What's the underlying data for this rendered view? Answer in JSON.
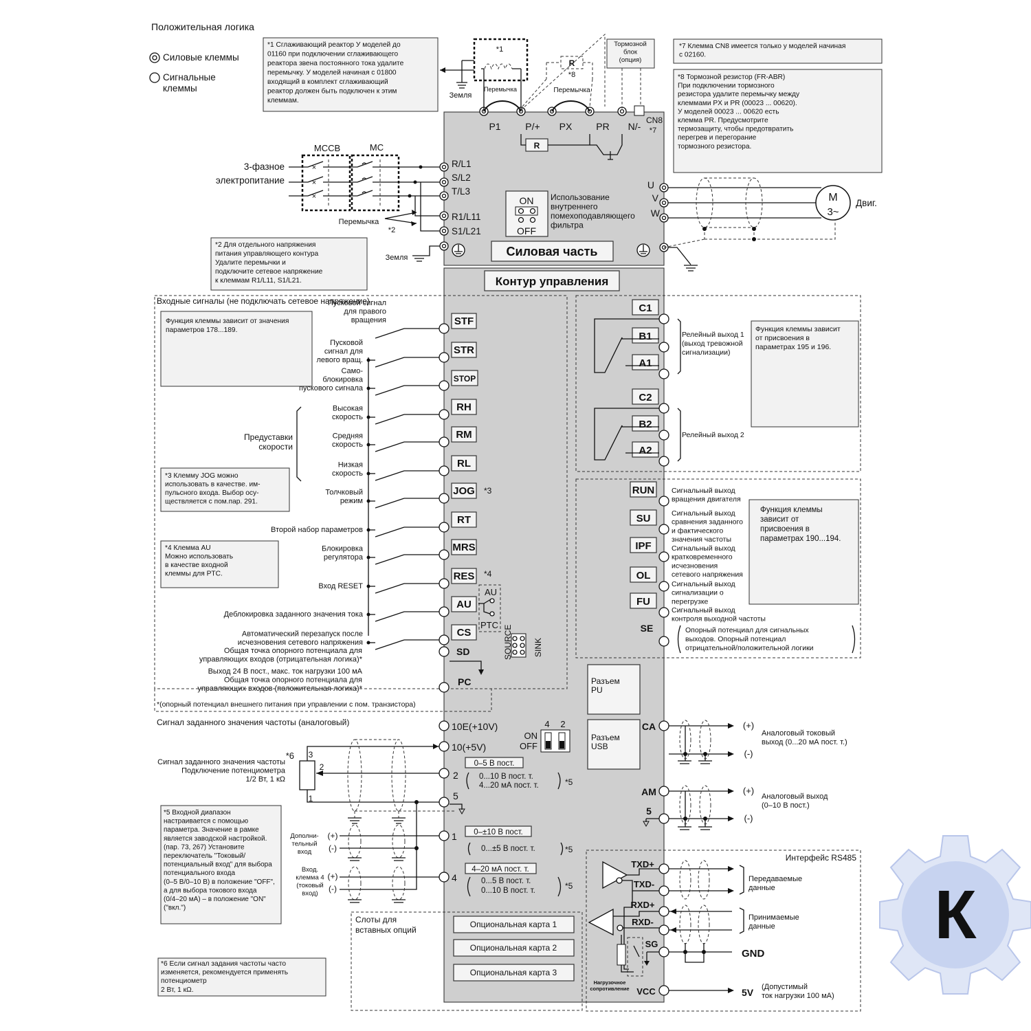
{
  "header": {
    "logic": "Положительная логика",
    "legend_power": "Силовые клеммы",
    "legend_signal_1": "Сигнальные",
    "legend_signal_2": "клеммы"
  },
  "notes": {
    "n1": [
      "*1 Сглаживающий реактор У моделей до",
      "01160 при подключении сглаживающего",
      "реактора звена постоянного тока удалите",
      "перемычку. У моделей начиная с 01800",
      "входящий в комплект сглаживающий",
      "реактор должен быть подключен к этим",
      "клеммам."
    ],
    "n7": [
      "*7  Клемма CN8 имеется только у моделей начиная",
      "с 02160."
    ],
    "n8": [
      "*8  Тормозной резистор (FR-ABR)",
      "При подключении тормозного",
      "резистора удалите перемычку между",
      "клеммами PX и PR (00023 ... 00620).",
      "У моделей 00023 ... 00620 есть",
      "клемма PR. Предусмотрите",
      "термозащиту, чтобы предотвратить",
      "перегрев и перегорание",
      "тормозного резистора."
    ],
    "n2": [
      "*2  Для отдельного напряжения",
      "питания управляющего контура",
      "Удалите перемычки и",
      "подключите сетевое напряжение",
      "к клеммам R1/L11, S1/L21."
    ],
    "n_func178": [
      "Функция клеммы зависит от значения",
      "параметров 178...189."
    ],
    "n3": [
      "*3  Клемму JOG  можно",
      "использовать в качестве. им-",
      "пульсного входа. Выбор осу-",
      "ществляется с пом.пар. 291."
    ],
    "n4": [
      "*4  Клемма AU",
      "Можно использовать",
      "в качестве входной",
      "клеммы для PTC."
    ],
    "n5": [
      "*5  Входной диапазон",
      "настраивается с помощью",
      "параметра. Значение в рамке",
      "является заводской настройкой.",
      "(пар. 73, 267) Установите",
      "переключатель \"Токовый/",
      "потенциальный вход\" для выбора",
      "потенциального входа",
      "(0–5 В/0–10 В) в положение \"OFF\",",
      "а для выбора токового входа",
      "(0/4–20 мА) – в положение \"ON\"",
      "(\"вкл.\")"
    ],
    "n6": [
      "*6  Если сигнал задания частоты часто",
      "изменяется, рекомендуется применять",
      "потенциометр",
      "2 Вт, 1 кΩ."
    ],
    "n_func195": [
      "Функция клеммы зависит",
      "от присвоения в",
      "параметрах 195 и 196."
    ],
    "n_func190": [
      "Функция клеммы",
      "зависит от",
      "присвоения в",
      "параметрах 190...194."
    ]
  },
  "power": {
    "brake_unit": [
      "Тормозной",
      "блок",
      "(опция)"
    ],
    "ground": "Земля",
    "jumper": "Перемычка",
    "mark1": "*1",
    "mark8": "*8",
    "mark2": "*2",
    "mark7": "*7",
    "r": "R",
    "terminals_top": [
      "P1",
      "P/+",
      "PX",
      "PR",
      "N/-"
    ],
    "cn8": "CN8",
    "mccb": "MCCB",
    "mc": "MC",
    "supply_1": "3-фазное",
    "supply_2": "электропитание",
    "inputs": [
      "R/L1",
      "S/L2",
      "T/L3",
      "R1/L11",
      "S1/L21"
    ],
    "filter_on": "ON",
    "filter_off": "OFF",
    "filter_text": [
      "Использование",
      "внутреннего",
      "помехоподавляющего",
      "фильтра"
    ],
    "outputs": [
      "U",
      "V",
      "W"
    ],
    "motor_m": "M",
    "motor_3": "3~",
    "motor_label": "Двиг.",
    "power_title": "Силовая часть"
  },
  "control": {
    "title": "Контур управления",
    "inputs_title": "Входные сигналы (не подключать сетевое напряжение)",
    "inputs": [
      {
        "term": "STF",
        "desc": [
          "Пусковой сигнал",
          "для правого",
          "вращения"
        ]
      },
      {
        "term": "STR",
        "desc": [
          "Пусковой",
          "сигнал для",
          "левого вращ."
        ]
      },
      {
        "term": "STOP",
        "desc": [
          "Само-",
          "блокировка",
          "пускового сигнала"
        ]
      },
      {
        "term": "RH",
        "desc": [
          "Высокая",
          "скорость"
        ]
      },
      {
        "term": "RM",
        "desc": [
          "Средняя",
          "скорость"
        ]
      },
      {
        "term": "RL",
        "desc": [
          "Низкая",
          "скорость"
        ]
      },
      {
        "term": "JOG",
        "desc": [
          "Толчковый",
          "режим"
        ]
      },
      {
        "term": "RT",
        "desc": [
          "Второй набор параметров"
        ]
      },
      {
        "term": "MRS",
        "desc": [
          "Блокировка",
          "регулятора"
        ]
      },
      {
        "term": "RES",
        "desc": [
          "Вход RESET"
        ]
      },
      {
        "term": "AU",
        "desc": [
          "Деблокировка заданного значения тока"
        ]
      },
      {
        "term": "CS",
        "desc": [
          "Автоматический перезапуск после",
          "исчезновения сетевого напряжения"
        ]
      }
    ],
    "sd": "SD",
    "sd_desc": [
      "Общая точка опорного потенциала для",
      "управляющих входов (отрицательная логика)*"
    ],
    "pc": "PC",
    "pc_desc": [
      "Выход 24 В пост., макс. ток нагрузки 100 мА",
      "Общая точка опорного потенциала для",
      "управляющих входов (положительная логика)*"
    ],
    "footnote": "*(опорный потенциал внешнего питания при управлении с пом. транзистора)",
    "preset_1": "Предуставки",
    "preset_2": "скорости",
    "jog_mark": "*3",
    "res_mark": "*4",
    "au_sw": "AU",
    "ptc_sw": "PTC",
    "source": "SOURCE",
    "sink": "SINK",
    "relay": [
      {
        "terms": [
          "C1",
          "B1",
          "A1"
        ],
        "desc": [
          "Релейный выход 1",
          "(выход тревожной",
          "сигнализации)"
        ]
      },
      {
        "terms": [
          "C2",
          "B2",
          "A2"
        ],
        "desc": [
          "Релейный выход 2"
        ]
      }
    ],
    "outputs": [
      {
        "term": "RUN",
        "desc": [
          "Сигнальный выход",
          "вращения двигателя"
        ]
      },
      {
        "term": "SU",
        "desc": [
          "Сигнальный выход",
          "сравнения заданного",
          "и фактического",
          "значения частоты"
        ]
      },
      {
        "term": "IPF",
        "desc": [
          "Сигнальный выход",
          "кратковременного",
          "исчезновения",
          "сетевого напряжения"
        ]
      },
      {
        "term": "OL",
        "desc": [
          "Сигнальный выход",
          "сигнализации о",
          "перегрузке"
        ]
      },
      {
        "term": "FU",
        "desc": [
          "Сигнальный выход",
          "контроля выходной частоты"
        ]
      }
    ],
    "se": "SE",
    "se_desc": [
      "Опорный потенциал для сигнальных",
      "выходов. Опорный потенциал",
      "отрицательной/положительной логики"
    ],
    "pu": [
      "Разъем",
      "PU"
    ],
    "usb": [
      "Разъем",
      "USB"
    ]
  },
  "analog": {
    "title": "Сигнал заданного значения частоты (аналоговый)",
    "t10e": "10E(+10V)",
    "t10": "10(+5V)",
    "t2": "2",
    "t5": "5",
    "t1": "1",
    "t4": "4",
    "sw_on": "ON",
    "sw_off": "OFF",
    "sw_4": "4",
    "sw_2": "2",
    "pot_mark": "*6",
    "pot_desc": [
      "Сигнал заданного значения частоты",
      "Подключение потенциометра",
      "1/2 Вт, 1 кΩ"
    ],
    "pot_pins": [
      "3",
      "2",
      "1"
    ],
    "range2_box": "0–5 В пост.",
    "range2": [
      "0...10 В пост. т.",
      "4...20 мА пост. т."
    ],
    "range1_box": "0–±10 В пост.",
    "range1": "0...±5 В пост. т.",
    "range4_box": "4–20 мА пост. т.",
    "range4": [
      "0...5 В пост. т.",
      "0...10 В пост. т."
    ],
    "mark5": "*5",
    "aux_in": [
      "Дополни-",
      "тельный",
      "вход"
    ],
    "in4": [
      "Вход.",
      "клемма 4",
      "(токовый",
      "вход)"
    ],
    "plus": "(+)",
    "minus": "(-)",
    "slots_title": [
      "Слоты для",
      "вставных опций"
    ],
    "option_cards": [
      "Опциональная карта 1",
      "Опциональная карта 2",
      "Опциональная карта 3"
    ]
  },
  "aout": {
    "ca": "CA",
    "ca_desc": [
      "Аналоговый токовый",
      "выход (0...20 мА пост. т.)"
    ],
    "am": "AM",
    "am_desc": [
      "Аналоговый выход",
      "(0–10 В пост.)"
    ],
    "t5": "5",
    "plus": "(+)",
    "minus": "(-)"
  },
  "rs485": {
    "title": "Интерфейс RS485",
    "txd_p": "TXD+",
    "txd_m": "TXD-",
    "rxd_p": "RXD+",
    "rxd_m": "RXD-",
    "sg": "SG",
    "vcc": "VCC",
    "tx_desc": [
      "Передаваемые",
      "данные"
    ],
    "rx_desc": [
      "Принимаемые",
      "данные"
    ],
    "gnd": "GND",
    "v5": "5V",
    "v5_desc": [
      "(Допустимый",
      "ток нагрузки 100 мА)"
    ],
    "load_res": [
      "Нагрузочное",
      "сопротивление"
    ]
  },
  "logo": {
    "letter": "К"
  }
}
